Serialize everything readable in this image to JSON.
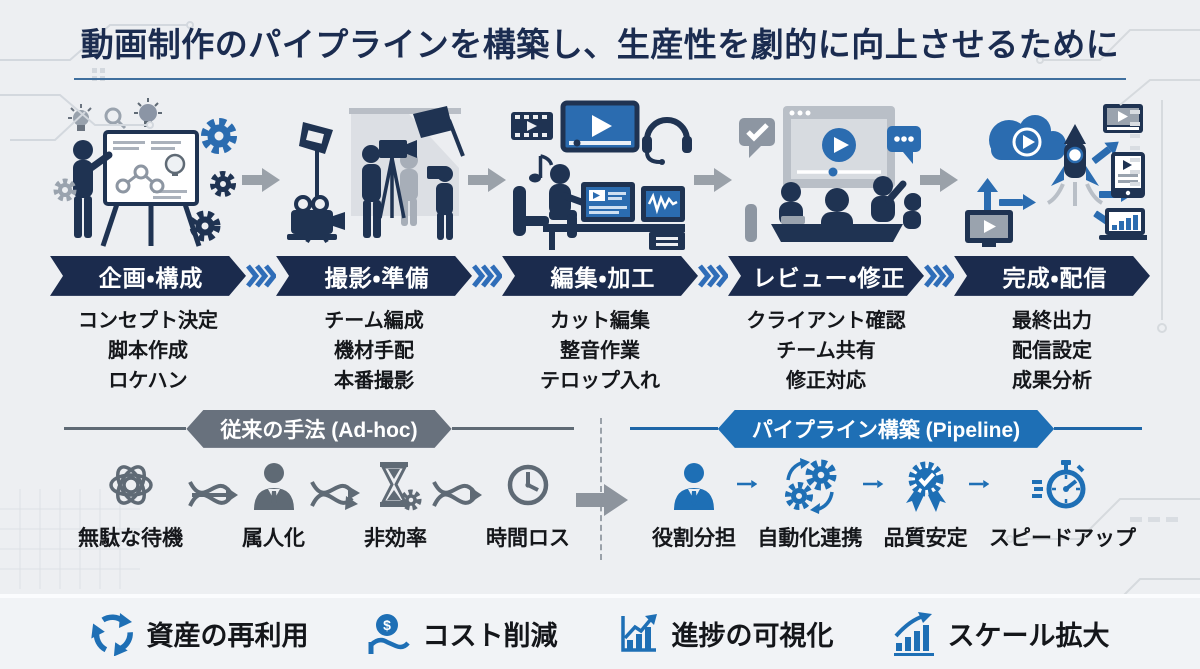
{
  "title": "動画制作のパイプラインを構築し、生産性を劇的に向上させるために",
  "stages": [
    {
      "label": "企画・構成",
      "illustration": "planning",
      "items": [
        "コンセプト決定",
        "脚本作成",
        "ロケハン"
      ]
    },
    {
      "label": "撮影・準備",
      "illustration": "shooting",
      "items": [
        "チーム編成",
        "機材手配",
        "本番撮影"
      ]
    },
    {
      "label": "編集・加工",
      "illustration": "editing",
      "items": [
        "カット編集",
        "整音作業",
        "テロップ入れ"
      ]
    },
    {
      "label": "レビュー・修正",
      "illustration": "review",
      "items": [
        "クライアント確認",
        "チーム共有",
        "修正対応"
      ]
    },
    {
      "label": "完成・配信",
      "illustration": "delivery",
      "items": [
        "最終出力",
        "配信設定",
        "成果分析"
      ]
    }
  ],
  "comparison": {
    "adhoc": {
      "header": "従来の手法 (Ad-hoc)",
      "items": [
        {
          "icon": "tangle-icon",
          "label": "無駄な待機"
        },
        {
          "icon": "person-icon",
          "label": "属人化"
        },
        {
          "icon": "hourglass-gear-icon",
          "label": "非効率"
        },
        {
          "icon": "clock-icon",
          "label": "時間ロス"
        }
      ]
    },
    "pipeline": {
      "header": "パイプライン構築 (Pipeline)",
      "items": [
        {
          "icon": "person-icon",
          "label": "役割分担"
        },
        {
          "icon": "gears-sync-icon",
          "label": "自動化連携"
        },
        {
          "icon": "quality-badge-icon",
          "label": "品質安定"
        },
        {
          "icon": "stopwatch-icon",
          "label": "スピードアップ"
        }
      ]
    }
  },
  "benefits": [
    {
      "icon": "recycle-icon",
      "label": "資産の再利用"
    },
    {
      "icon": "cost-hand-icon",
      "label": "コスト削減"
    },
    {
      "icon": "progress-chart-icon",
      "label": "進捗の可視化"
    },
    {
      "icon": "scale-bars-icon",
      "label": "スケール拡大"
    }
  ],
  "icon_glyphs": {
    "dollar": "$"
  },
  "colors": {
    "background": "#edeff2",
    "navy": "#1b2b4d",
    "title_navy": "#1b2c50",
    "accent_blue": "#2b6cb0",
    "pipeline_blue": "#1e6fb5",
    "chevron_blue": "#2f6db8",
    "adhoc_gray": "#68717d",
    "arrow_gray": "#9aa1a9",
    "text_black": "#15171b"
  }
}
